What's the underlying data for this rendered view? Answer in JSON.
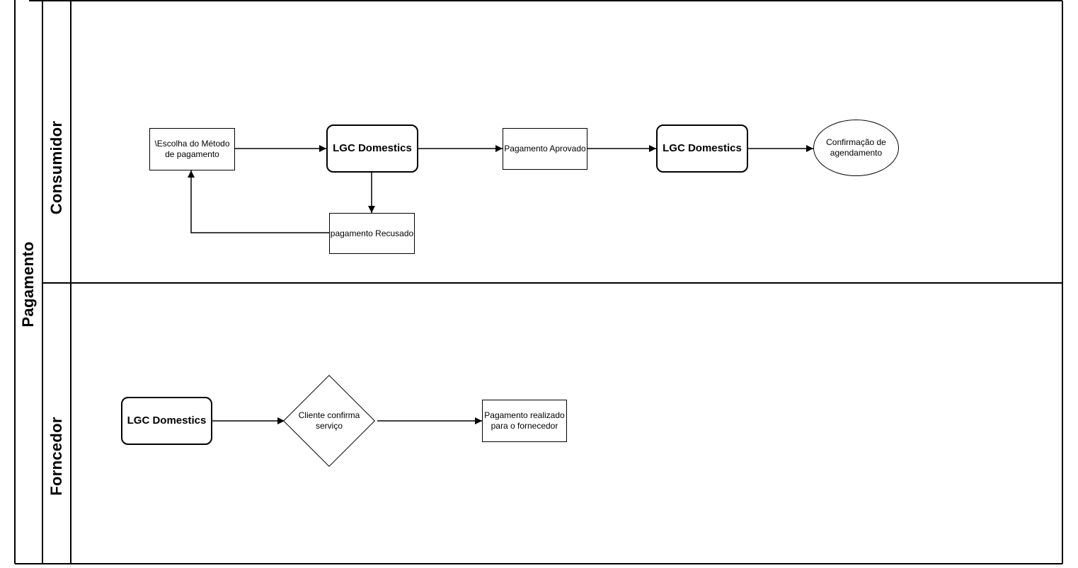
{
  "colors": {
    "stroke": "#000000",
    "fill": "#ffffff",
    "background": "#ffffff"
  },
  "diagram": {
    "pool": {
      "label": "Pagamento"
    },
    "lanes": [
      {
        "id": "consumidor",
        "label": "Consumidor"
      },
      {
        "id": "forncedor",
        "label": "Forncedor"
      }
    ],
    "nodes": {
      "escolha_metodo": {
        "label": "\\Escolha do Método\nde pagamento",
        "shape": "rectangle",
        "lane": "consumidor"
      },
      "lgc_domestics_1": {
        "label": "LGC Domestics",
        "shape": "rounded",
        "lane": "consumidor"
      },
      "pagamento_aprovado": {
        "label": "Pagamento Aprovado",
        "shape": "rectangle",
        "lane": "consumidor"
      },
      "lgc_domestics_2": {
        "label": "LGC Domestics",
        "shape": "rounded",
        "lane": "consumidor"
      },
      "confirmacao_agendamento": {
        "label": "Confirmação de\nagendamento",
        "shape": "ellipse",
        "lane": "consumidor"
      },
      "pagamento_recusado": {
        "label": "pagamento Recusado",
        "shape": "rectangle",
        "lane": "consumidor"
      },
      "lgc_domestics_3": {
        "label": "LGC Domestics",
        "shape": "rounded",
        "lane": "forncedor"
      },
      "cliente_confirma": {
        "label": "Cliente confirma\nserviço",
        "shape": "diamond",
        "lane": "forncedor"
      },
      "pagamento_realizado": {
        "label": "Pagamento realizado\npara o fornecedor",
        "shape": "rectangle",
        "lane": "forncedor"
      }
    },
    "edges": [
      {
        "from": "escolha_metodo",
        "to": "lgc_domestics_1"
      },
      {
        "from": "lgc_domestics_1",
        "to": "pagamento_aprovado"
      },
      {
        "from": "pagamento_aprovado",
        "to": "lgc_domestics_2"
      },
      {
        "from": "lgc_domestics_2",
        "to": "confirmacao_agendamento"
      },
      {
        "from": "lgc_domestics_1",
        "to": "pagamento_recusado"
      },
      {
        "from": "pagamento_recusado",
        "to": "escolha_metodo"
      },
      {
        "from": "lgc_domestics_3",
        "to": "cliente_confirma"
      },
      {
        "from": "cliente_confirma",
        "to": "pagamento_realizado"
      }
    ]
  }
}
